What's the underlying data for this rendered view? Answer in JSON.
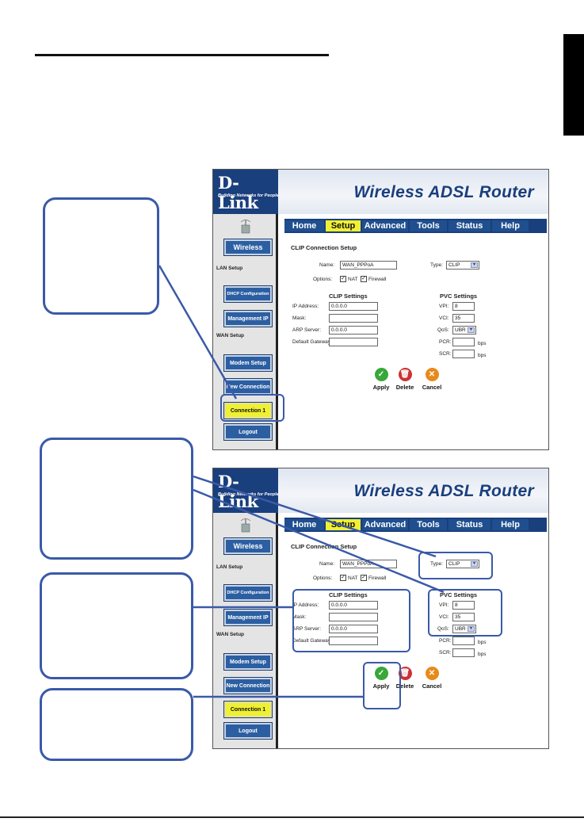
{
  "brand": {
    "logo": "D-Link",
    "tagline": "Building Networks for People",
    "product_title": "Wireless ADSL Router"
  },
  "nav": {
    "tabs": [
      "Home",
      "Setup",
      "Advanced",
      "Tools",
      "Status",
      "Help"
    ],
    "active": "Setup"
  },
  "sidebar": {
    "wireless": "Wireless",
    "lan_setup": "LAN Setup",
    "dhcp": "DHCP Configuration",
    "management_ip": "Management IP",
    "wan_setup": "WAN Setup",
    "modem_setup": "Modem Setup",
    "new_connection": "New Connection",
    "connection_1": "Connection 1",
    "logout": "Logout"
  },
  "form": {
    "section_title": "CLIP Connection Setup",
    "name_label": "Name:",
    "name_value": "WAN_PPPoA",
    "type_label": "Type:",
    "type_value": "CLIP",
    "options_label": "Options:",
    "nat_label": "NAT",
    "firewall_label": "Firewall",
    "nat_checked": true,
    "firewall_checked": true,
    "clip_settings_title": "CLIP Settings",
    "ip_label": "IP Address:",
    "ip_value": "0.0.0.0",
    "mask_label": "Mask:",
    "mask_value": "",
    "arp_label": "ARP Server:",
    "arp_value": "0.0.0.0",
    "gateway_label": "Default Gateway:",
    "gateway_value": "",
    "pvc_title": "PVC Settings",
    "vpi_label": "VPI:",
    "vpi_value": "8",
    "vci_label": "VCI:",
    "vci_value": "35",
    "qos_label": "QoS:",
    "qos_value": "UBR",
    "pcr_label": "PCR:",
    "pcr_value": "",
    "scr_label": "SCR:",
    "scr_value": "",
    "bps": "bps"
  },
  "actions": {
    "apply": "Apply",
    "delete": "Delete",
    "cancel": "Cancel"
  },
  "colors": {
    "dlink_blue": "#1a3f7d",
    "active_yellow": "#f0f033",
    "callout_blue": "#3a5aa8"
  }
}
